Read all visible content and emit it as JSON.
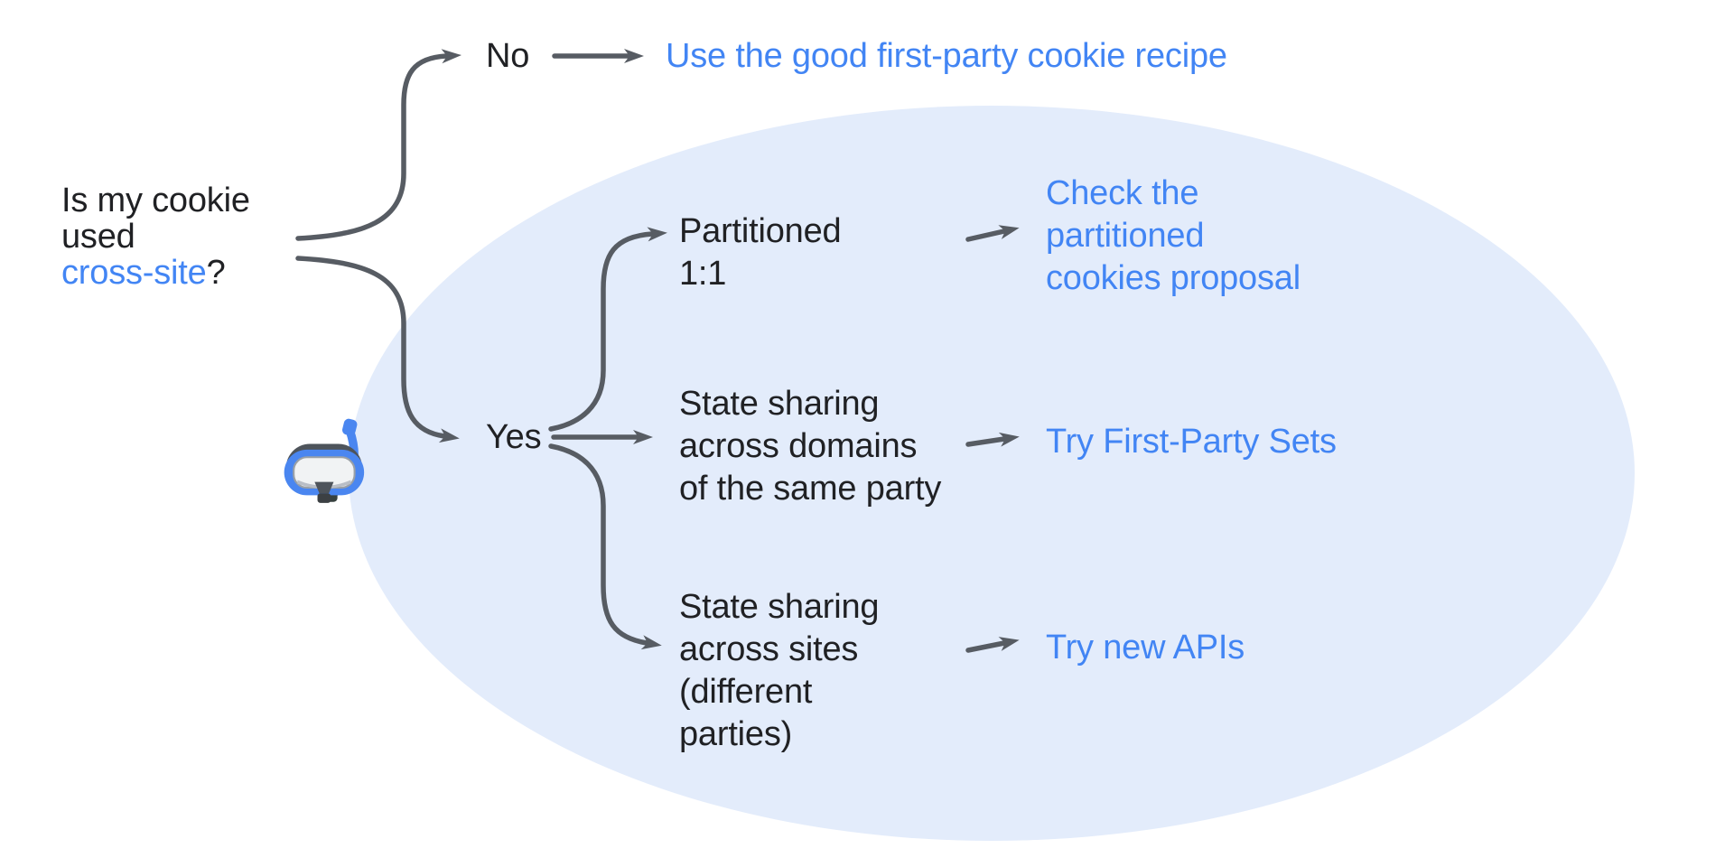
{
  "colors": {
    "accent_blue": "#4285F4",
    "text_black": "#202124",
    "arrow_gray": "#575C63",
    "ellipse_fill": "#E3ECFB"
  },
  "question": {
    "line1": "Is my cookie",
    "line2": "used",
    "highlight": "cross-site",
    "suffix": "?"
  },
  "no_branch": {
    "label": "No",
    "outcome": "Use the good first-party cookie recipe"
  },
  "yes_branch": {
    "label": "Yes",
    "icon": "diving-mask-emoji",
    "cases": [
      {
        "condition": [
          "Partitioned",
          "1:1"
        ],
        "outcome": [
          "Check the",
          "partitioned",
          "cookies proposal"
        ]
      },
      {
        "condition": [
          "State sharing",
          "across domains",
          "of the same party"
        ],
        "outcome": [
          "Try First-Party Sets"
        ]
      },
      {
        "condition": [
          "State sharing",
          "across sites",
          "(different",
          "parties)"
        ],
        "outcome": [
          "Try new APIs"
        ]
      }
    ]
  }
}
